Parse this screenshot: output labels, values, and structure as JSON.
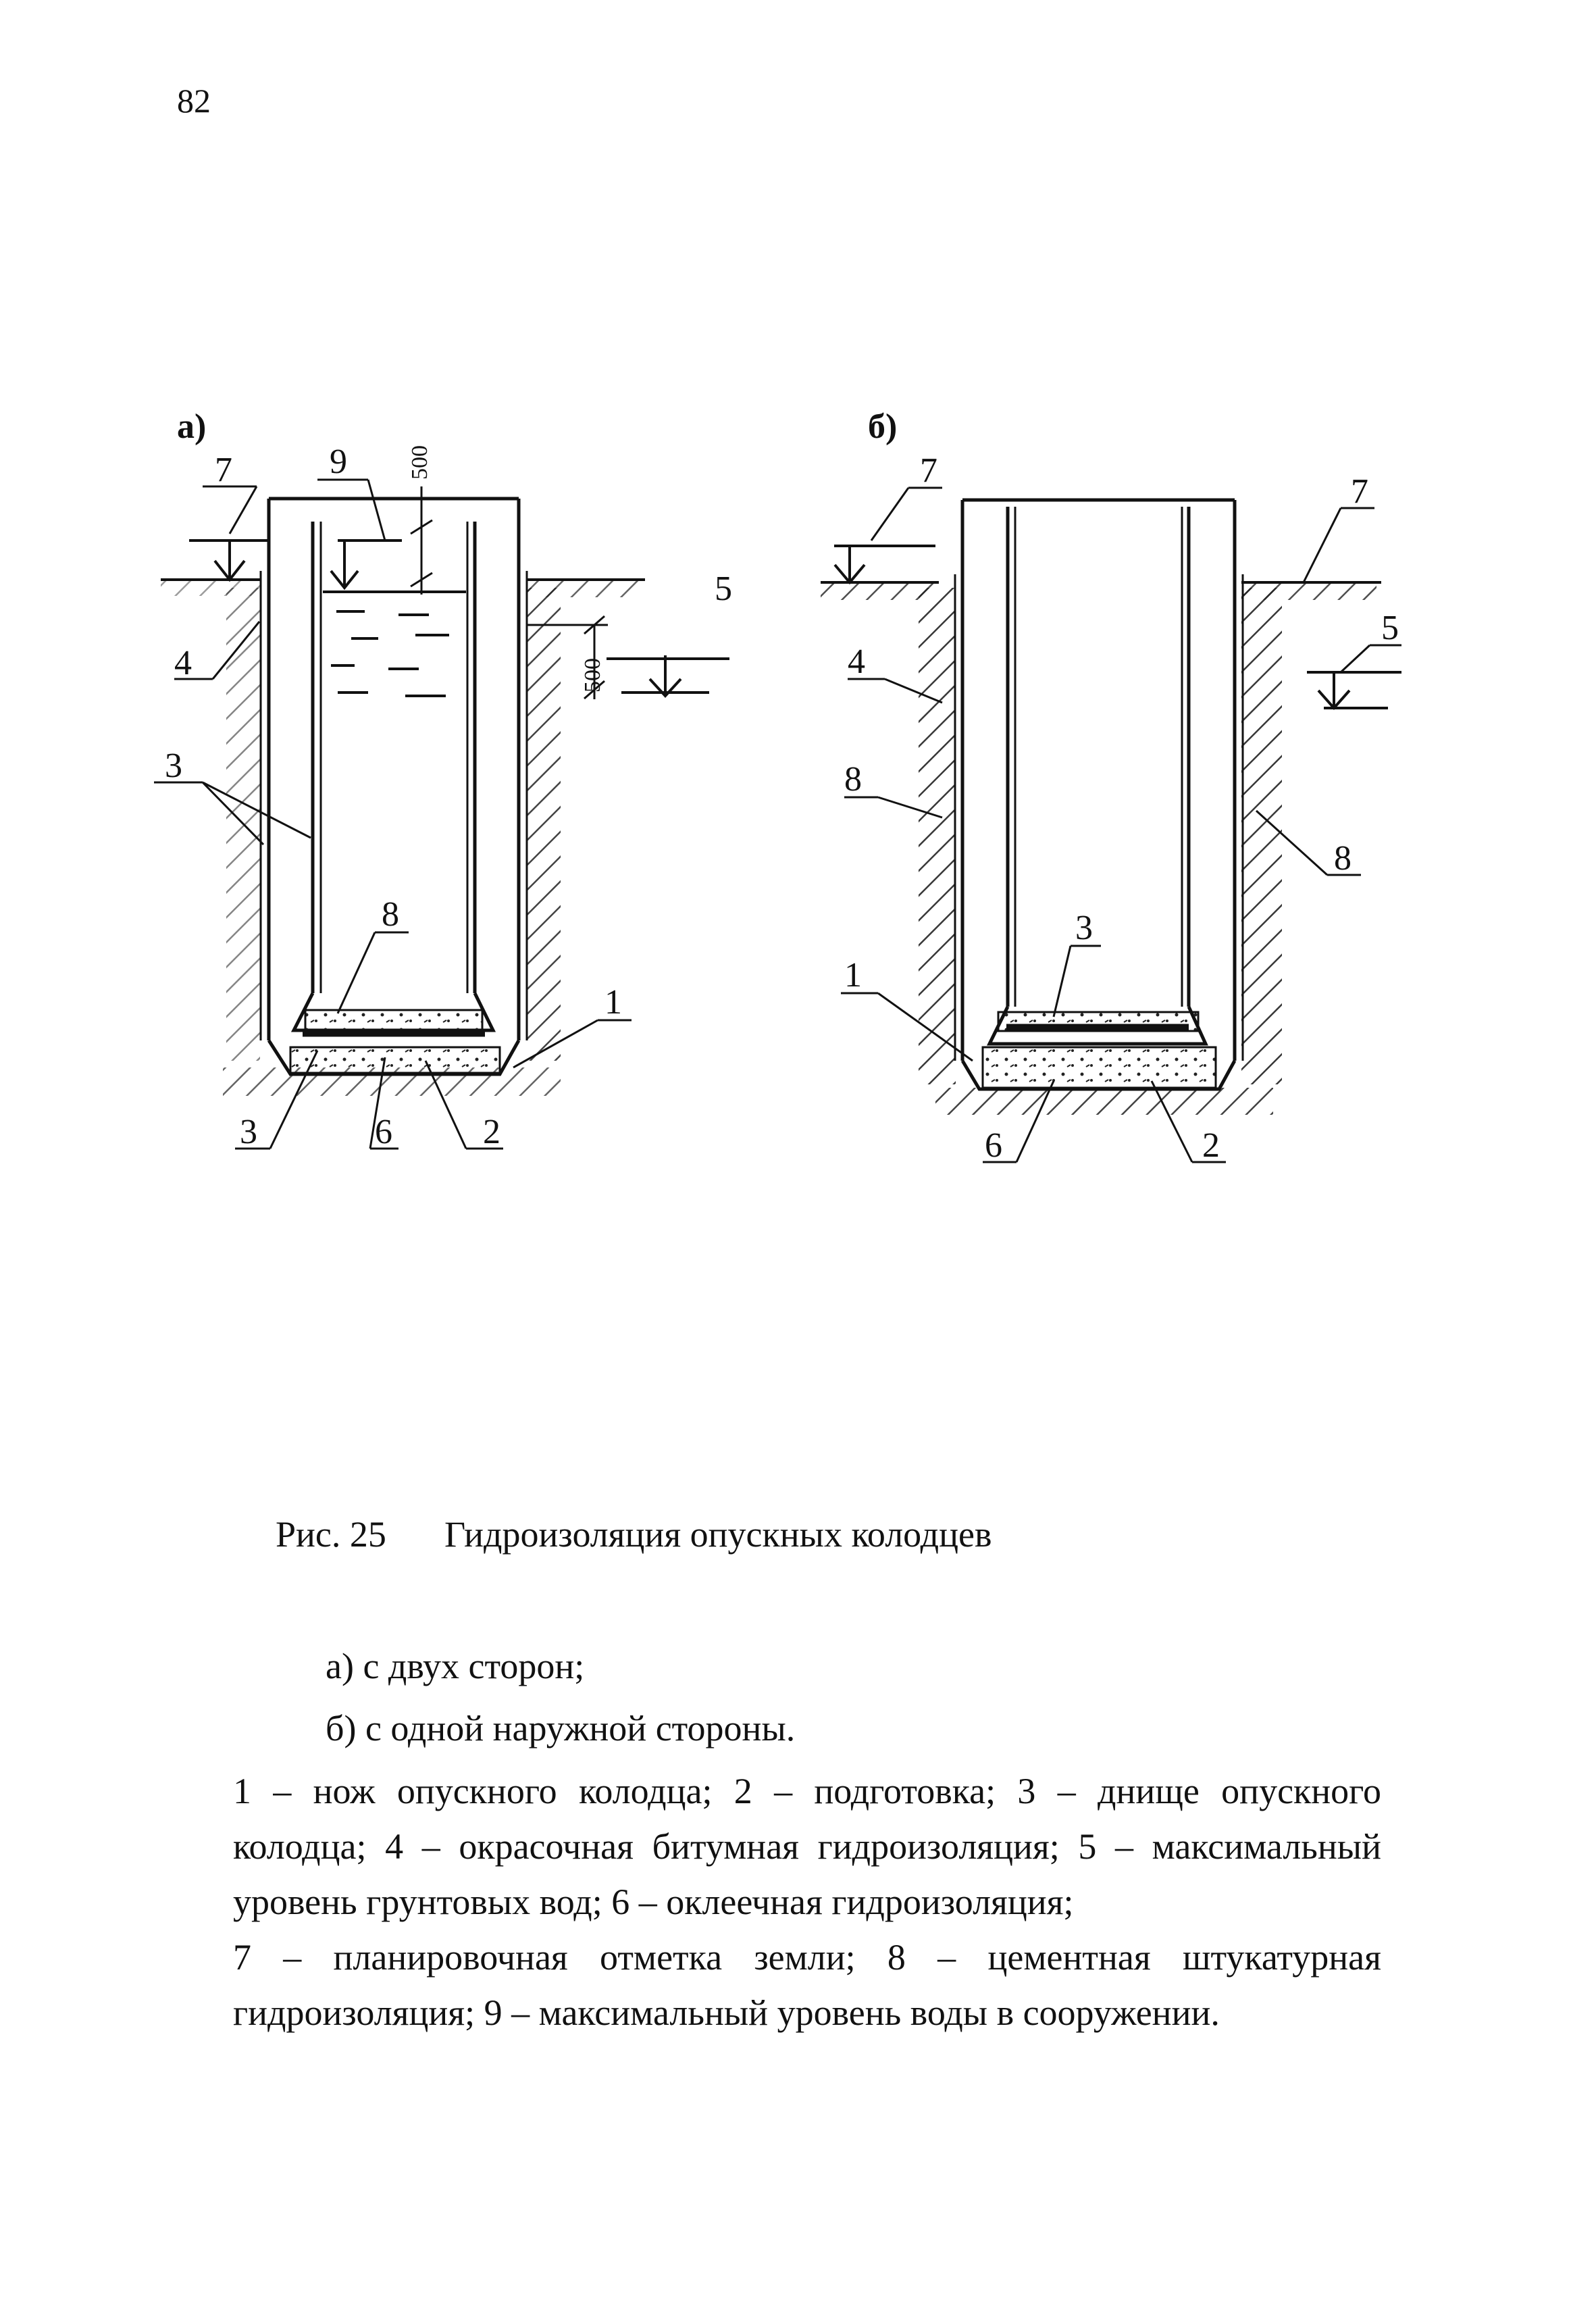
{
  "page_number": "82",
  "figure": {
    "panel_a": {
      "label": "а)",
      "callouts": {
        "c1": "1",
        "c2": "2",
        "c3_left": "3",
        "c3_bottom": "3",
        "c4": "4",
        "c5": "5",
        "c6": "6",
        "c7": "7",
        "c8": "8",
        "c9": "9"
      },
      "dim_top": "500",
      "dim_right": "500"
    },
    "panel_b": {
      "label": "б)",
      "callouts": {
        "c1": "1",
        "c2": "2",
        "c3": "3",
        "c4": "4",
        "c5": "5",
        "c6": "6",
        "c7_left": "7",
        "c7_right": "7",
        "c8_left": "8",
        "c8_right": "8"
      }
    }
  },
  "caption": {
    "number": "Рис. 25",
    "title": "Гидроизоляция опускных колодцев"
  },
  "variants": [
    "а) с двух сторон;",
    "б) с одной наружной стороны."
  ],
  "legend": [
    "1 – нож опускного колодца; 2 – подготовка; 3 – днище опускного колодца; 4 – окрасочная битумная гидроизоляция; 5 – максимальный уровень грунтовых вод; 6 – оклеечная гидроизоляция;",
    "7 – планировочная отметка земли; 8 – цементная штукатурная гидроизоляция; 9 – максимальный уровень воды в сооружении."
  ]
}
